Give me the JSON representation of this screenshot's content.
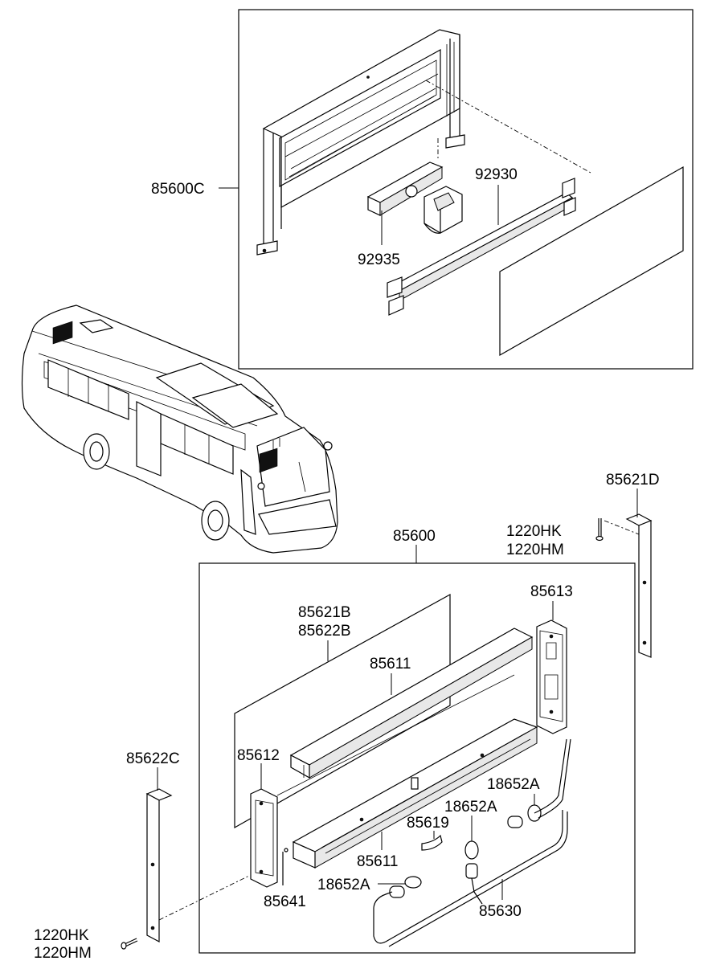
{
  "labels": {
    "assembly_top": "85600C",
    "bracket_92930": "92930",
    "bracket_92935": "92935",
    "bracket_85621D": "85621D",
    "screw_top_a": "1220HK",
    "screw_top_b": "1220HM",
    "assembly_main": "85600",
    "cover_85613": "85613",
    "glass_a": "85621B",
    "glass_b": "85622B",
    "housing_top": "85611",
    "endcap_85612": "85612",
    "bracket_85622C": "85622C",
    "bulb_right": "18652A",
    "bulb_mid": "18652A",
    "clip_85619": "85619",
    "housing_bottom": "85611",
    "pin_85641": "85641",
    "bulb_left": "18652A",
    "harness_85630": "85630",
    "screw_bottom_a": "1220HK",
    "screw_bottom_b": "1220HM"
  }
}
